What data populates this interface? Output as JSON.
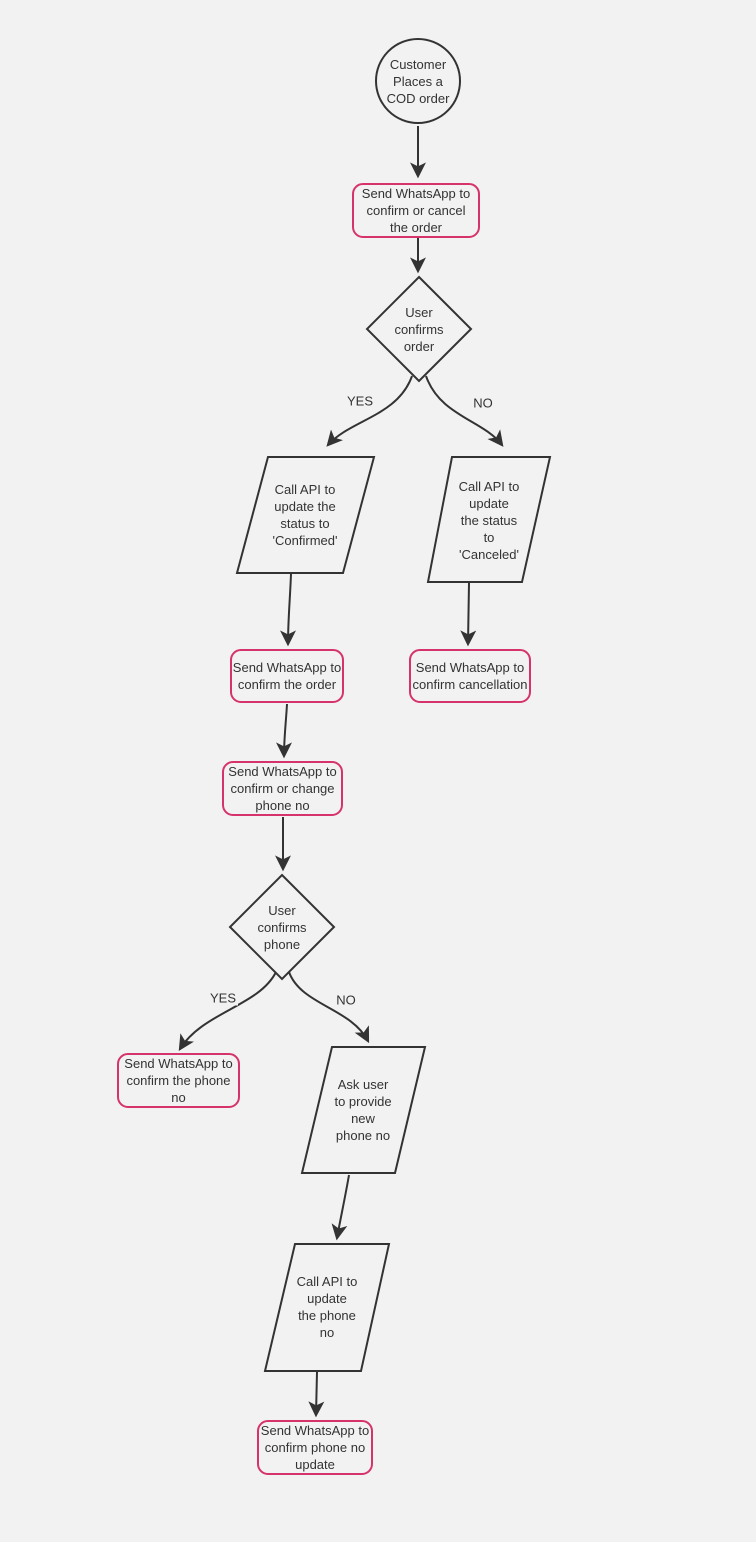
{
  "diagram": {
    "type": "flowchart",
    "background": "#f2f2f2",
    "colors": {
      "line": "#333333",
      "node_fill": "#f2f2f2",
      "accent_border": "#d6336c",
      "text": "#333333",
      "page_background": "#f2f2f2"
    },
    "nodes": {
      "start": {
        "shape": "circle",
        "label": "Customer\nPlaces a\nCOD order"
      },
      "send_confirm_or_cancel": {
        "shape": "rounded-rect",
        "label": "Send WhatsApp to\nconfirm or cancel\nthe order"
      },
      "user_confirms_order": {
        "shape": "diamond",
        "label": "User\nconfirms\norder"
      },
      "api_status_confirmed": {
        "shape": "parallelogram",
        "label": "Call API to\nupdate the\nstatus to\n'Confirmed'"
      },
      "api_status_canceled": {
        "shape": "parallelogram",
        "label": "Call API to\nupdate\nthe status\nto\n'Canceled'"
      },
      "send_confirm_order": {
        "shape": "rounded-rect",
        "label": "Send WhatsApp to\nconfirm the order"
      },
      "send_confirm_cancellation": {
        "shape": "rounded-rect",
        "label": "Send WhatsApp to\nconfirm cancellation"
      },
      "send_confirm_or_change_phone": {
        "shape": "rounded-rect",
        "label": "Send WhatsApp to\nconfirm or change\nphone no"
      },
      "user_confirms_phone": {
        "shape": "diamond",
        "label": "User\nconfirms\nphone"
      },
      "send_confirm_phone": {
        "shape": "rounded-rect",
        "label": "Send WhatsApp to\nconfirm the phone\nno"
      },
      "ask_new_phone": {
        "shape": "parallelogram",
        "label": "Ask user\nto provide\nnew\nphone no"
      },
      "api_update_phone": {
        "shape": "parallelogram",
        "label": "Call API to\nupdate\nthe phone\nno"
      },
      "send_confirm_phone_update": {
        "shape": "rounded-rect",
        "label": "Send WhatsApp to\nconfirm phone no\nupdate"
      }
    },
    "edge_labels": {
      "order_yes": "YES",
      "order_no": "NO",
      "phone_yes": "YES",
      "phone_no": "NO"
    }
  }
}
